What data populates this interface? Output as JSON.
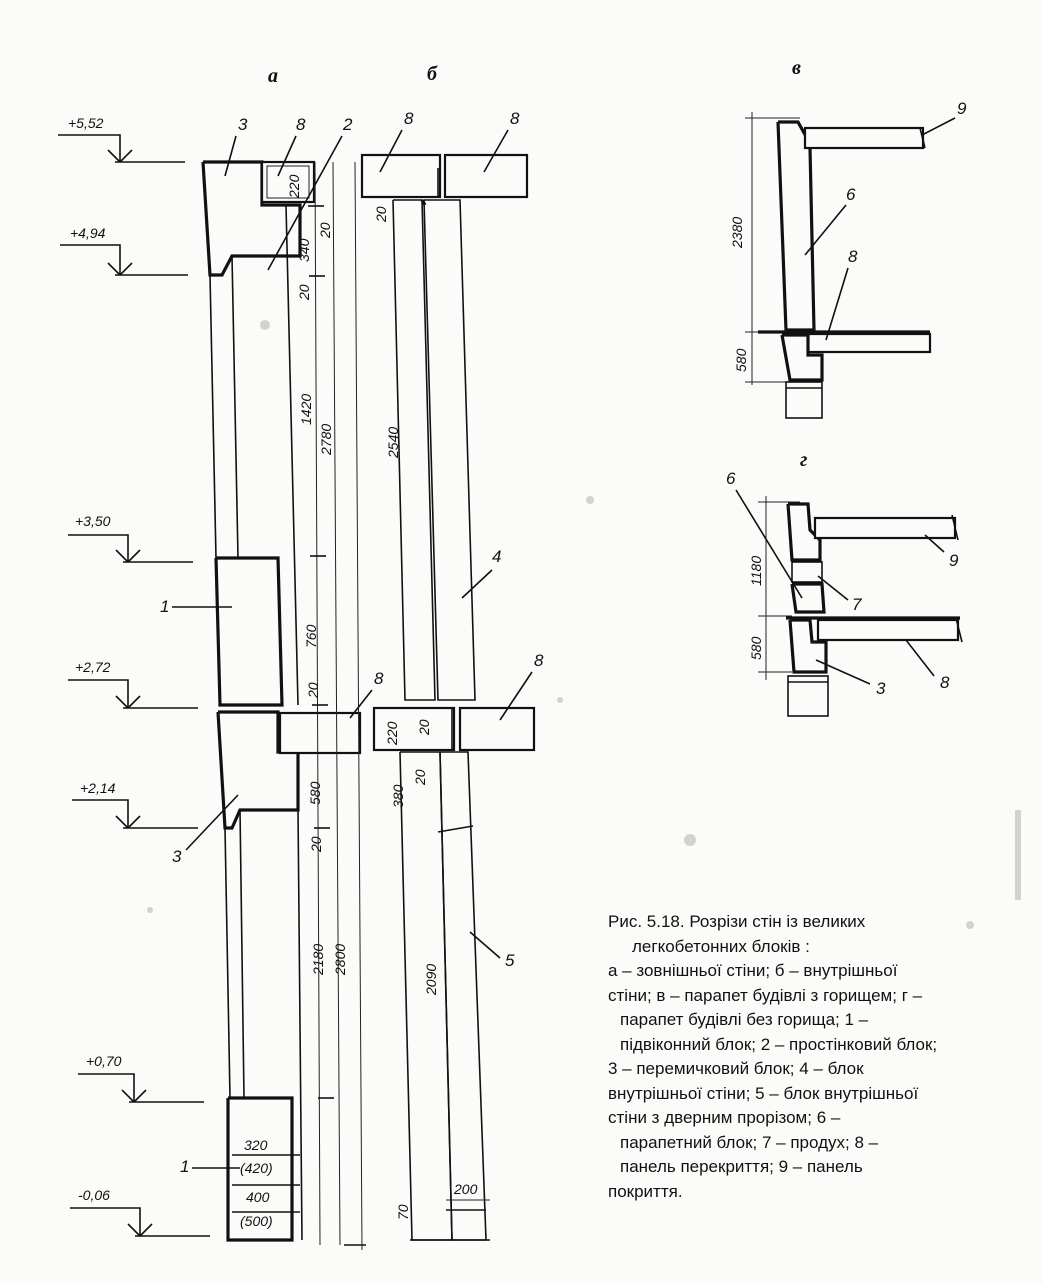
{
  "view_titles": {
    "a": "а",
    "b": "б",
    "v": "в",
    "g": "г"
  },
  "levels": [
    "+5,52",
    "+4,94",
    "+3,50",
    "+2,72",
    "+2,14",
    "+0,70",
    "-0,06"
  ],
  "dimensions_a": {
    "d220": "220",
    "d340": "340",
    "d20a": "20",
    "d20b": "20",
    "d1420": "1420",
    "d2780": "2780",
    "d760": "760",
    "d20c": "20",
    "d580": "580",
    "d20d": "20",
    "d2180": "2180",
    "d2800": "2800",
    "d320": "320",
    "d420": "(420)",
    "d400": "400",
    "d500": "(500)"
  },
  "dimensions_b": {
    "d20a": "20",
    "d2540": "2540",
    "d220": "220",
    "d20b": "20",
    "d20c": "20",
    "d380": "380",
    "d2090": "2090",
    "d70": "70",
    "d200": "200"
  },
  "dimensions_v": {
    "d2380": "2380",
    "d580": "580"
  },
  "dimensions_g": {
    "d1180": "1180",
    "d580": "580"
  },
  "callouts": {
    "a_3_top": "3",
    "a_8_top": "8",
    "a_2": "2",
    "a_1_mid": "1",
    "a_8_mid": "8",
    "a_3_low": "3",
    "a_1_bottom": "1",
    "b_8_left": "8",
    "b_8_right": "8",
    "b_4": "4",
    "b_8_mid": "8",
    "b_5": "5",
    "v_9": "9",
    "v_6": "6",
    "v_8": "8",
    "g_6": "6",
    "g_9": "9",
    "g_7": "7",
    "g_3": "3",
    "g_8": "8"
  },
  "caption": {
    "lines": [
      "Рис. 5.18. Розрізи стін із великих",
      "легкобетонних блоків :",
      "а – зовнішньої стіни; б – внутрішньої",
      "стіни; в – парапет будівлі з горищем; г –",
      "парапет будівлі без горища; 1 –",
      "підвіконний блок; 2 – простінковий блок;",
      "3 – перемичковий блок; 4 – блок",
      "внутрішньої стіни; 5 – блок внутрішньої",
      "стіни з дверним прорізом; 6 –",
      "парапетний блок; 7 – продух; 8 –",
      "панель перекриття; 9 – панель",
      "покриття."
    ]
  }
}
